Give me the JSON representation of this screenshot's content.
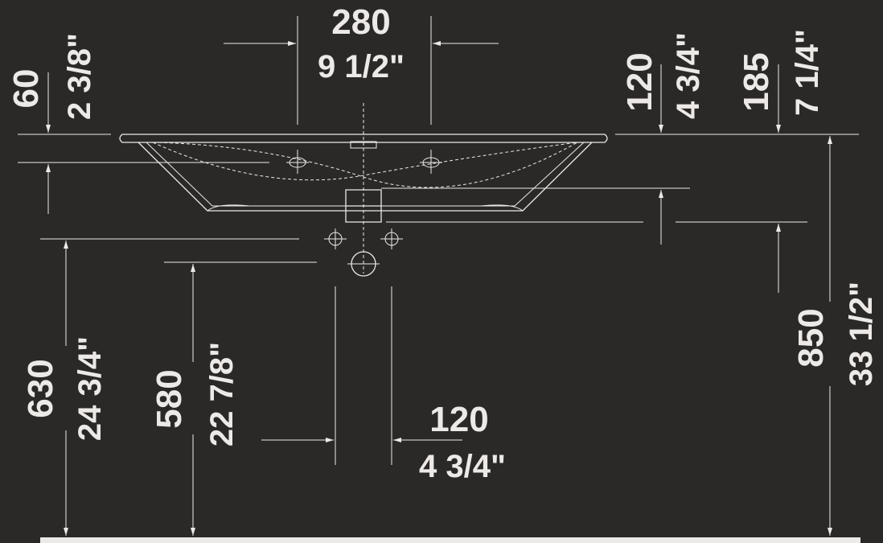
{
  "colors": {
    "background": "#2b2928",
    "ink": "#ece9e6"
  },
  "dimensions": {
    "tap_spacing_mm": "280",
    "tap_spacing_in": "9 1/2\"",
    "rim_thickness_mm": "60",
    "rim_thickness_in": "2 3/8\"",
    "bowl_depth_mm": "120",
    "bowl_depth_in": "4 3/4\"",
    "overall_depth_mm": "185",
    "overall_depth_in": "7 1/4\"",
    "rim_height_mm": "850",
    "rim_height_in": "33 1/2\"",
    "supply_height_mm": "630",
    "supply_height_in": "24 3/4\"",
    "waste_height_mm": "580",
    "waste_height_in": "22 7/8\"",
    "supply_spacing_mm": "120",
    "supply_spacing_in": "4 3/4\""
  }
}
